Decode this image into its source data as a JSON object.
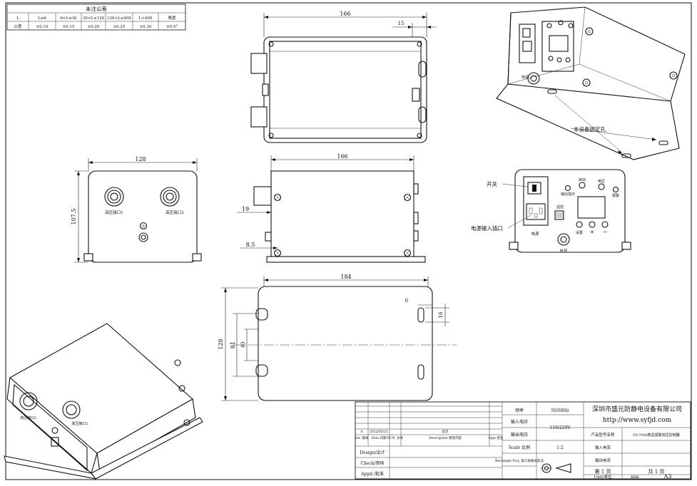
{
  "tolerance_table": {
    "title": "未注公差",
    "row1": [
      "L",
      "L≤6",
      "6<L≤30",
      "30<L≤120",
      "120<L≤400",
      "L>400",
      "角度"
    ],
    "row2": [
      "公差",
      "±0.10",
      "±0.15",
      "±0.20",
      "±0.25",
      "±0.30",
      "±0.5°"
    ]
  },
  "dimensions": {
    "top_width": "166",
    "top_15": "15",
    "front_width": "128",
    "front_height": "107.5",
    "side_width": "166",
    "side_19": "19",
    "side_85": "8.5",
    "bottom_width": "184",
    "bottom_6": "6",
    "bottom_16": "16",
    "bottom_128": "128",
    "bottom_81": "81",
    "bottom_40": "40"
  },
  "front_labels": {
    "out1": "高压接口1",
    "out2": "高压接口2"
  },
  "iso_labels": {
    "out1": "高压接口1",
    "out2": "高压接口2"
  },
  "rear_labels": {
    "switch": "开关",
    "power_inlet": "电源输入插口",
    "power": "电源",
    "signal": "信号",
    "alarm": "报警",
    "start": "启动",
    "voltage": "电压",
    "output_indicator": "输出指示",
    "remote": "遥控",
    "settings": "设置"
  },
  "iso_rear_labels": {
    "mount_holes": "本设备固定孔"
  },
  "title_block": {
    "frequency_label": "频率",
    "frequency_value": "50/60Hz",
    "input_voltage_label": "输入电压",
    "input_voltage_value": "110/220V",
    "output_voltage_label": "输出电压",
    "company": "深圳市盛元防静电设备有限公司",
    "website": "http://www.syfjd.com",
    "product_model_label": "产品型号名称",
    "product_model_value": "SY-7008数显报警高压控制器",
    "input_current_label": "输入电流",
    "output_current_label": "输出电流",
    "scale_label": "Scale\n比例",
    "scale_value": "1:2",
    "design_label": "Design/设计",
    "check_label": "Check/审核",
    "appd_label": "Appd./批准",
    "rev_row": [
      "A",
      "2022/05/25",
      "",
      "首次",
      ""
    ],
    "rev_header": [
      "Ver.\n版本",
      "Date\n日期",
      "ECN.\n文件",
      "Description\n更改内容",
      "Sign\n签名"
    ],
    "projection_label": "Rectangle Proj.\n第三视角投影法",
    "sheet_label": "第 1 页",
    "total_label": "共 1 页",
    "unit_label": "Unit/单位",
    "unit_value": "mm",
    "paper_size": "A3"
  },
  "colors": {
    "line": "#111111",
    "background": "#ffffff"
  }
}
